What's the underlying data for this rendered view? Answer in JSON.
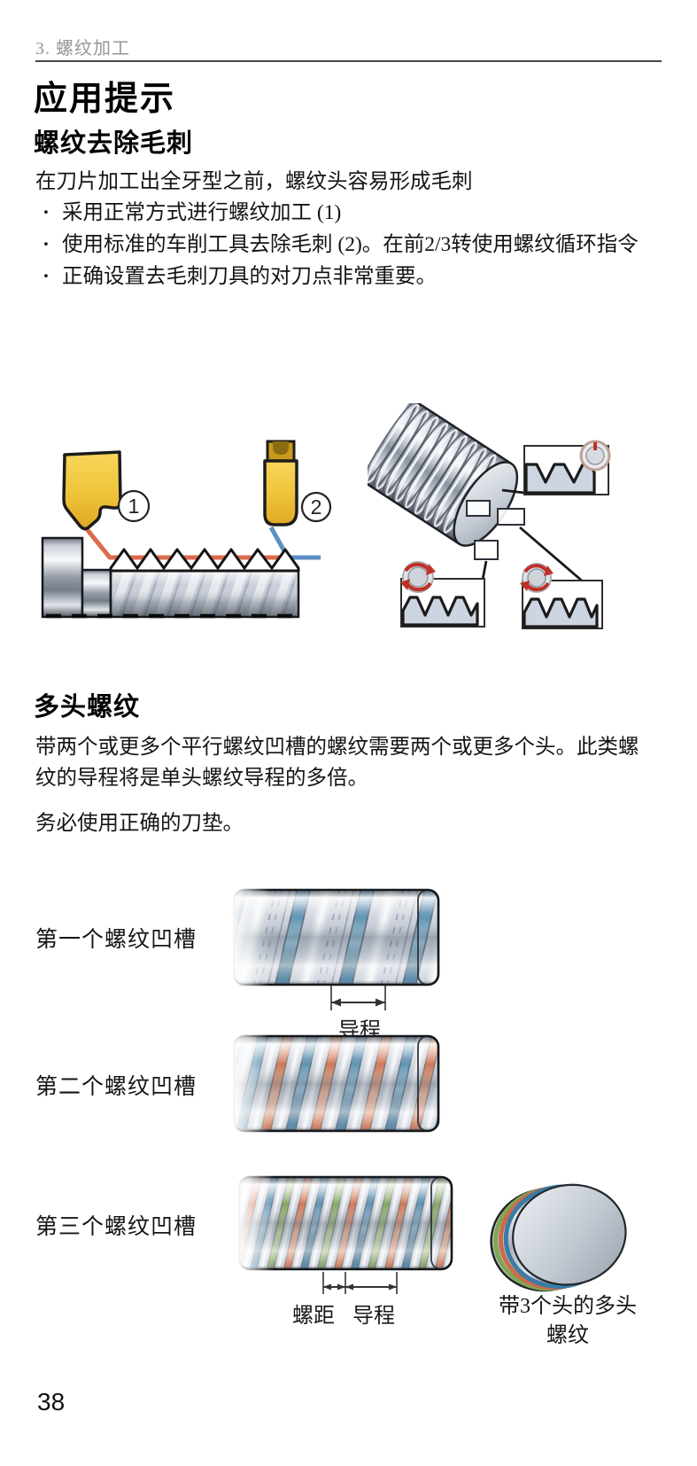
{
  "page": {
    "header": "3.  螺纹加工",
    "number": "38"
  },
  "titles": {
    "main": "应用提示"
  },
  "deburr": {
    "heading": "螺纹去除毛刺",
    "lead": "在刀片加工出全牙型之前，螺纹头容易形成毛刺",
    "bullets": [
      "采用正常方式进行螺纹加工 (1)",
      "使用标准的车削工具去除毛刺 (2)。在前2/3转使用螺纹循环指令",
      "正确设置去毛刺刀具的对刀点非常重要。"
    ],
    "figure": {
      "callout1": "1",
      "callout2": "2"
    }
  },
  "multistart": {
    "heading": "多头螺纹",
    "para1": "带两个或更多个平行螺纹凹槽的螺纹需要两个或更多个头。此类螺纹的导程将是单头螺纹导程的多倍。",
    "para2": "务必使用正确的刀垫。",
    "rows": [
      {
        "label": "第一个螺纹凹槽",
        "lead_label": "导程"
      },
      {
        "label": "第二个螺纹凹槽"
      },
      {
        "label": "第三个螺纹凹槽",
        "pitch_label": "螺距",
        "lead_label": "导程"
      }
    ],
    "caption_3start": {
      "line1": "带3个头的多头",
      "line2": "螺纹"
    }
  },
  "colors": {
    "accent_red": "#DD6A4E",
    "accent_blue": "#5B8FC4",
    "insert_gold": "#EFC53C",
    "groove_blue": "#3A7CA6",
    "groove_orange": "#DF8260",
    "groove_green": "#8FB05F",
    "rotation_red": "#BF3028",
    "header_gray": "#979797"
  }
}
